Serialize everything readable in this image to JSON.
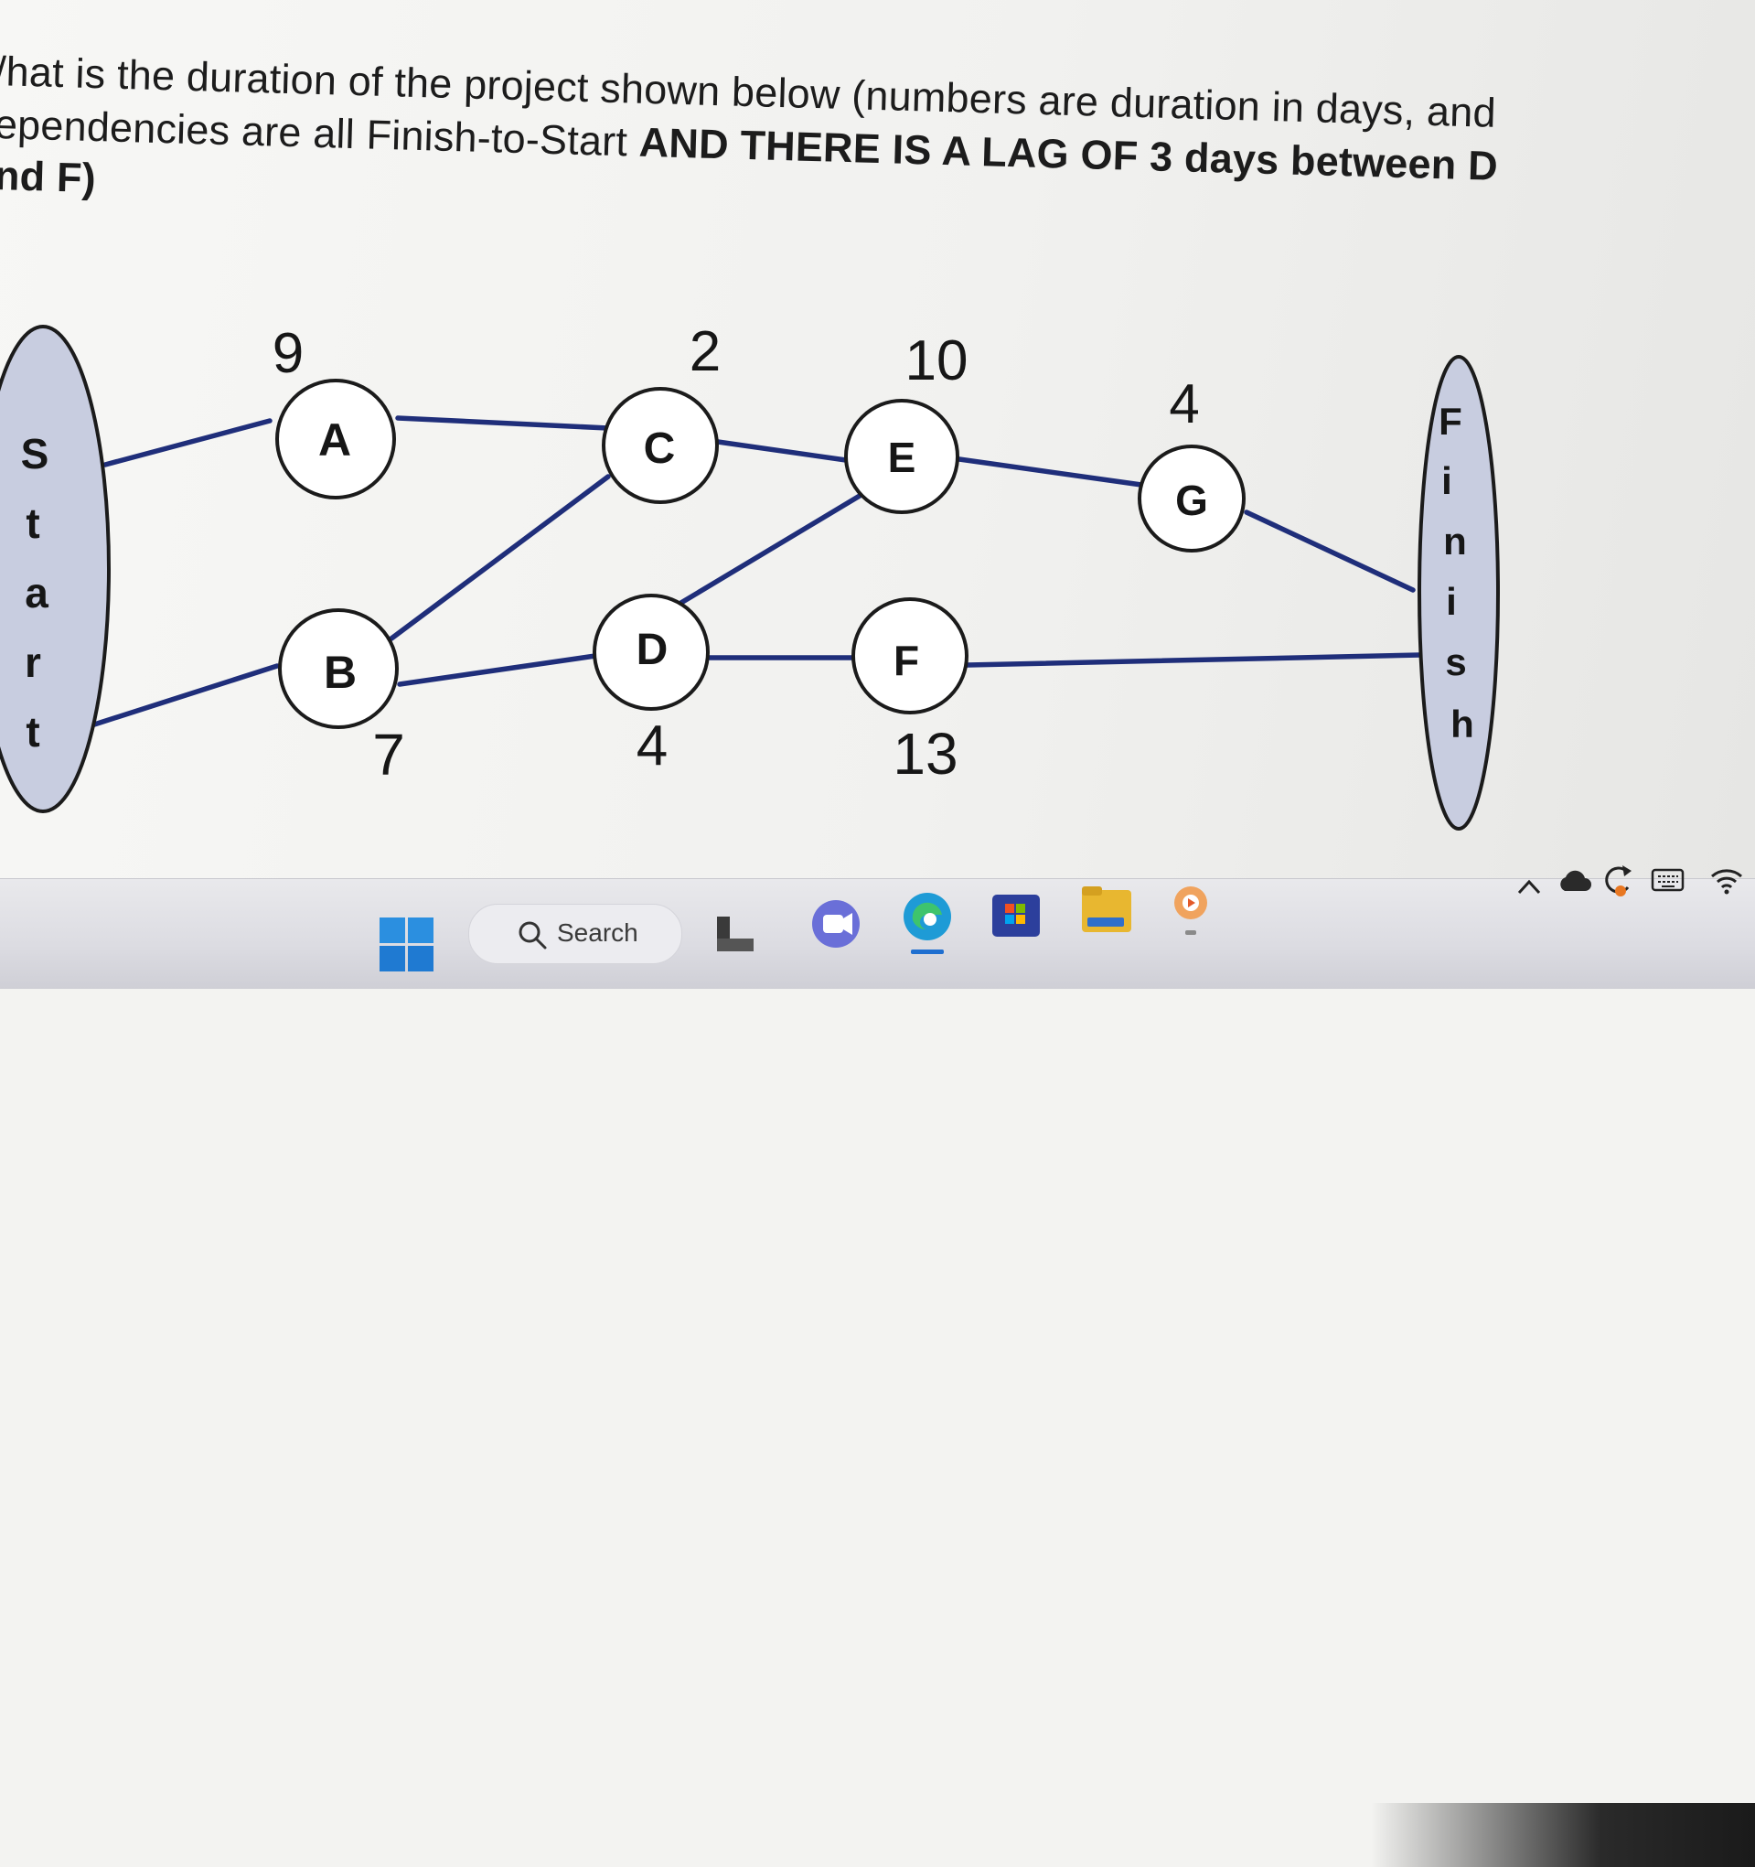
{
  "question": {
    "line1": "/hat is the duration of the project shown below (numbers are duration in days, and",
    "line2_plain": "ependencies are all Finish-to-Start ",
    "line2_bold": "AND THERE IS A LAG OF 3 days between D",
    "line3": "nd F)"
  },
  "diagram": {
    "start_letters": [
      "S",
      "t",
      "a",
      "r",
      "t"
    ],
    "finish_letters": [
      "F",
      "i",
      "n",
      "i",
      "s",
      "h"
    ],
    "nodes": [
      {
        "id": "A",
        "duration": "9"
      },
      {
        "id": "B",
        "duration": "7"
      },
      {
        "id": "C",
        "duration": "2"
      },
      {
        "id": "D",
        "duration": "4"
      },
      {
        "id": "E",
        "duration": "10"
      },
      {
        "id": "F",
        "duration": "13"
      },
      {
        "id": "G",
        "duration": "4"
      }
    ],
    "edges": [
      [
        "Start",
        "A"
      ],
      [
        "Start",
        "B"
      ],
      [
        "A",
        "C"
      ],
      [
        "B",
        "C"
      ],
      [
        "B",
        "D"
      ],
      [
        "C",
        "E"
      ],
      [
        "D",
        "E"
      ],
      [
        "D",
        "F"
      ],
      [
        "E",
        "G"
      ],
      [
        "G",
        "Finish"
      ],
      [
        "F",
        "Finish"
      ]
    ]
  },
  "taskbar": {
    "search_label": "Search",
    "icons": [
      "windows-start-icon",
      "search-icon",
      "task-view-icon",
      "chat-icon",
      "edge-browser-icon",
      "microsoft-store-icon",
      "file-explorer-icon",
      "media-app-icon"
    ],
    "tray_icons": [
      "chevron-up-icon",
      "onedrive-cloud-icon",
      "sync-icon",
      "keyboard-icon",
      "wifi-icon"
    ]
  }
}
